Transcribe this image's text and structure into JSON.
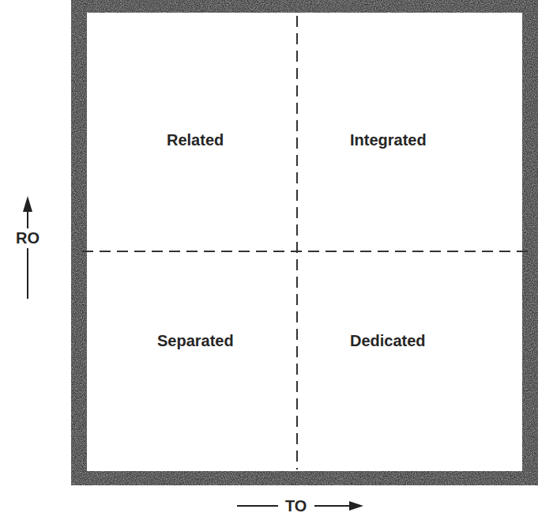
{
  "diagram": {
    "labels": [
      "Related",
      "Integrated",
      "Separated",
      "Dedicated",
      "RO",
      "TO"
    ]
  }
}
